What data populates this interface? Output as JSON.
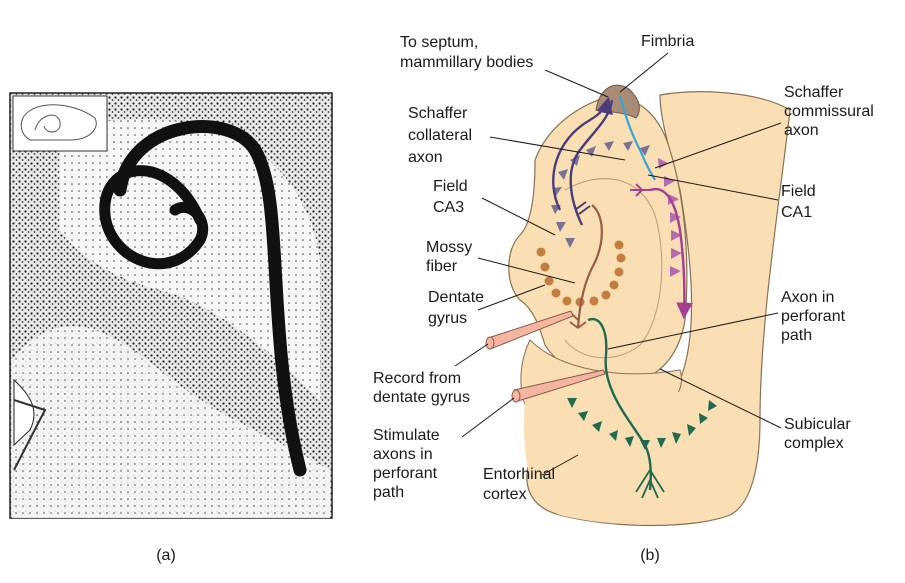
{
  "panels": {
    "a": {
      "caption": "(a)"
    },
    "b": {
      "caption": "(b)"
    }
  },
  "labels": {
    "to_septum": [
      "To septum,",
      "mammillary bodies"
    ],
    "fimbria": "Fimbria",
    "schaffer_collateral": [
      "Schaffer",
      "collateral",
      "axon"
    ],
    "schaffer_commissural": [
      "Schaffer",
      "commissural",
      "axon"
    ],
    "field_ca3": [
      "Field",
      "CA3"
    ],
    "field_ca1": [
      "Field",
      "CA1"
    ],
    "mossy_fiber": [
      "Mossy",
      "fiber"
    ],
    "dentate_gyrus": [
      "Dentate",
      "gyrus"
    ],
    "axon_perforant": [
      "Axon in",
      "perforant",
      "path"
    ],
    "record": [
      "Record from",
      "dentate gyrus"
    ],
    "stimulate": [
      "Stimulate",
      "axons in",
      "perforant",
      "path"
    ],
    "entorhinal": [
      "Entorhinal",
      "cortex"
    ],
    "subicular": [
      "Subicular",
      "complex"
    ]
  },
  "colors": {
    "tissue": "#f9dfb3",
    "tissue_edge": "#8a7155",
    "fimbria": "#a88c76",
    "septum_axon": "#4a3d7a",
    "commissural_axon": "#a63f94",
    "ca1_axon": "#36a3d8",
    "mossy_fiber": "#9a5a4a",
    "granule_cells": "#c27d3f",
    "perforant_path": "#1e6b4f",
    "ca3_neurons": "#7a7296",
    "ca1_neurons": "#b56bb0",
    "electrode": "#f4b6a0"
  }
}
